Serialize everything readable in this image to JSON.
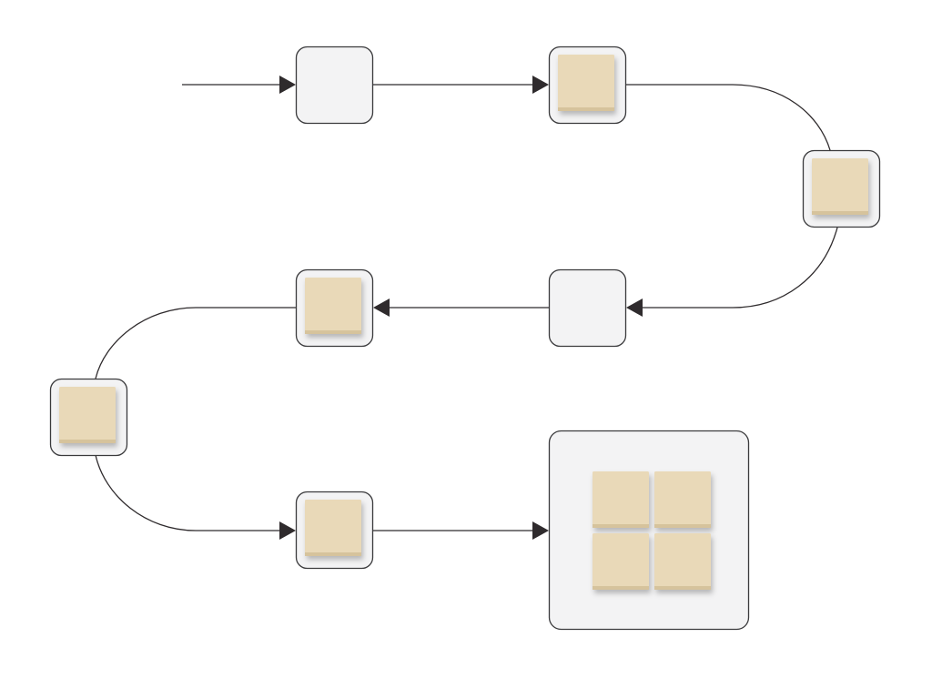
{
  "colors": {
    "background": "#ffffff",
    "line": "#2f2b2d",
    "node_fill": "#f3f3f4",
    "node_stroke": "#3a3a3c",
    "block_fill": "#e9d9b8",
    "block_shade": "#d6c39c"
  },
  "nodes": [
    {
      "id": "n1",
      "kind": "empty"
    },
    {
      "id": "n2",
      "kind": "block"
    },
    {
      "id": "n3",
      "kind": "block"
    },
    {
      "id": "n4",
      "kind": "empty"
    },
    {
      "id": "n5",
      "kind": "block"
    },
    {
      "id": "n6",
      "kind": "block"
    },
    {
      "id": "n7",
      "kind": "block"
    },
    {
      "id": "n8",
      "kind": "grid-of-four-blocks"
    }
  ],
  "edges": [
    {
      "from": "start",
      "to": "n1"
    },
    {
      "from": "n1",
      "to": "n2"
    },
    {
      "from": "n2",
      "to": "n3"
    },
    {
      "from": "n3",
      "to": "n4"
    },
    {
      "from": "n4",
      "to": "n5"
    },
    {
      "from": "n5",
      "to": "n6"
    },
    {
      "from": "n6",
      "to": "n7"
    },
    {
      "from": "n7",
      "to": "n8"
    }
  ]
}
